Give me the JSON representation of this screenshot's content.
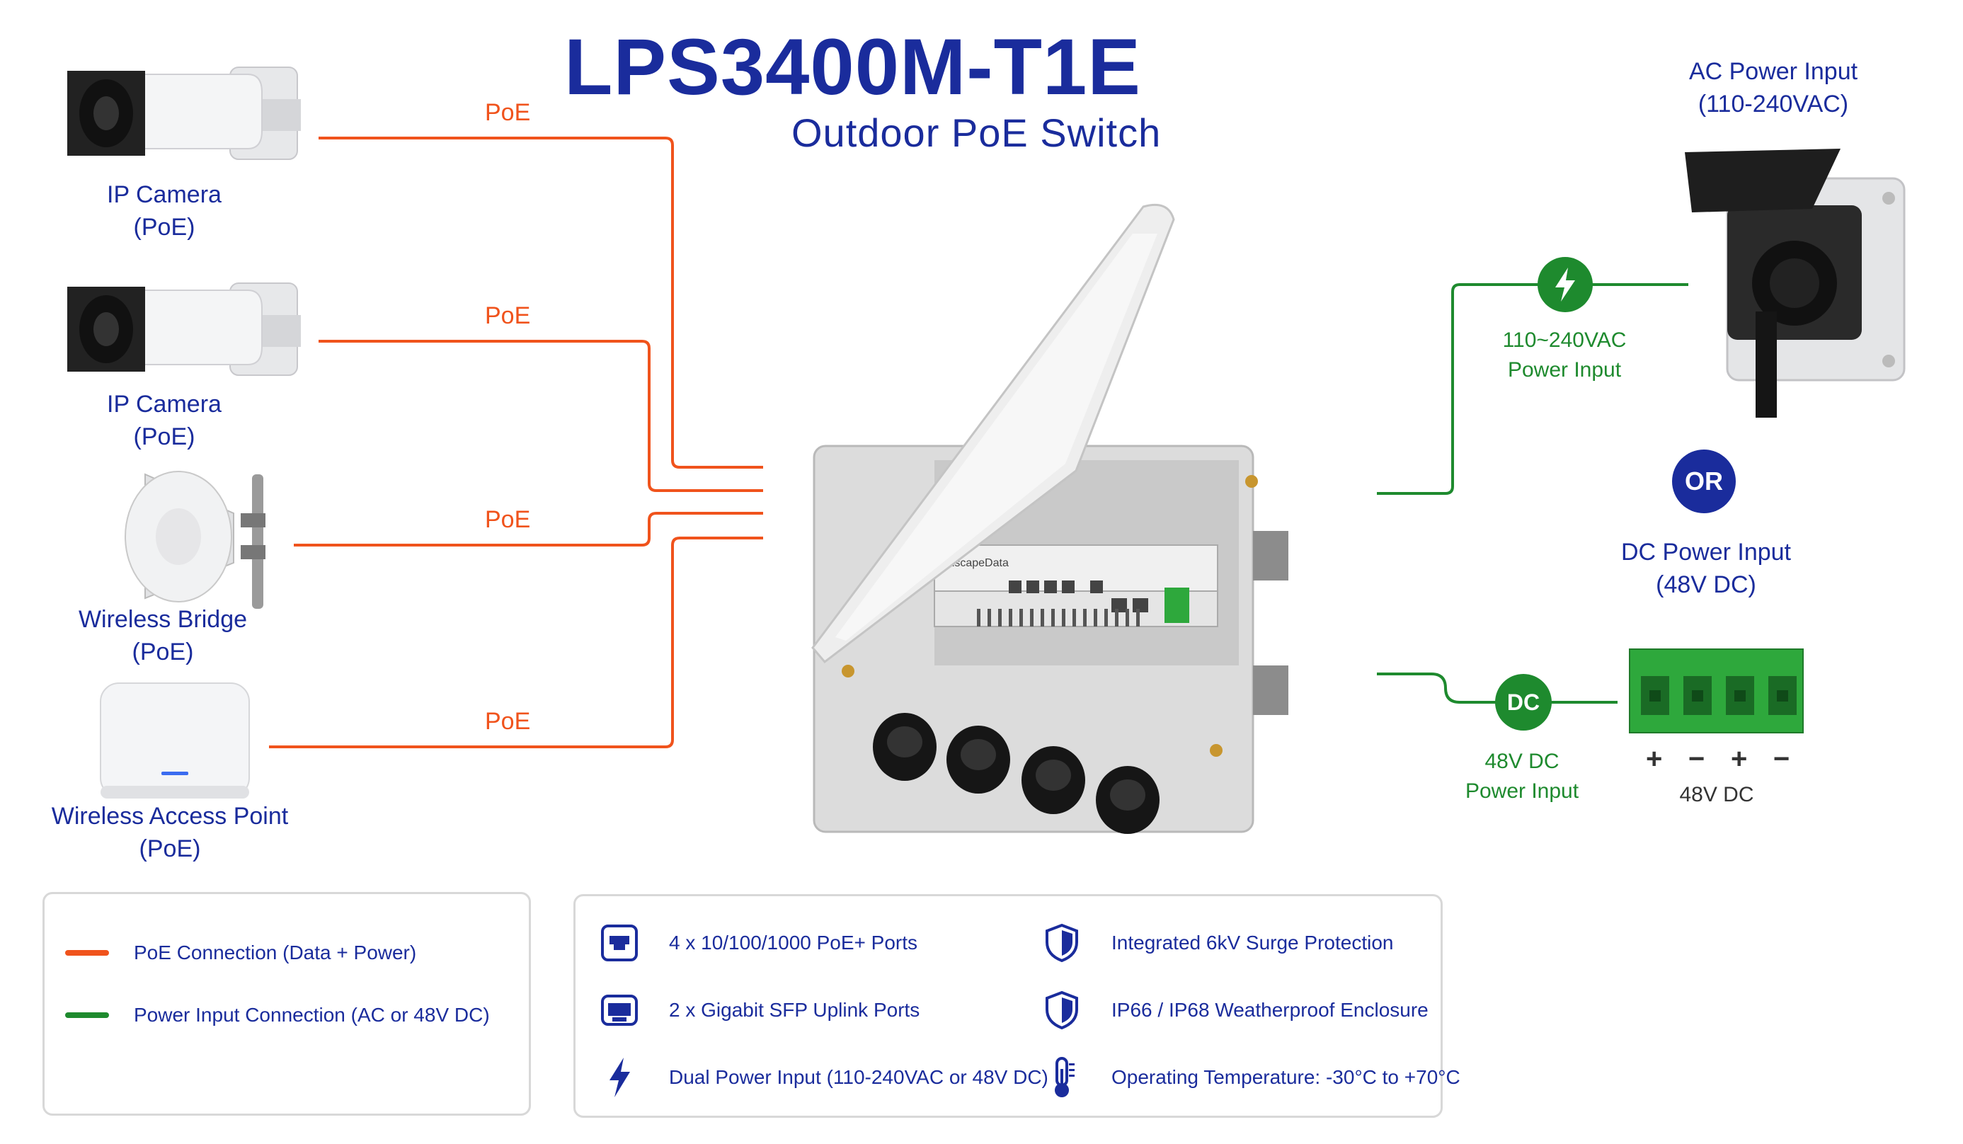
{
  "title": "LPS3400M-T1E",
  "subtitle": "Outdoor PoE Switch",
  "devices": [
    {
      "name": "IP Camera",
      "sub": "(PoE)"
    },
    {
      "name": "IP Camera",
      "sub": "(PoE)"
    },
    {
      "name": "Wireless Bridge",
      "sub": "(PoE)"
    },
    {
      "name": "Wireless Access Point",
      "sub": "(PoE)"
    }
  ],
  "poe_label": "PoE",
  "ac_input": {
    "title": "AC Power Input",
    "sub": "(110-240VAC)"
  },
  "ac_line": {
    "title": "110~240VAC",
    "sub": "Power Input"
  },
  "or_label": "OR",
  "dc_input": {
    "title": "DC Power Input",
    "sub": "(48V DC)"
  },
  "dc_badge": "DC",
  "dc_line": {
    "title": "48V DC",
    "sub": "Power Input"
  },
  "terminal": {
    "signs": [
      "+",
      "−",
      "+",
      "−"
    ],
    "label": "48V DC"
  },
  "switch_brand": "InscapeData",
  "legend": [
    {
      "label": "PoE Connection (Data + Power)",
      "color": "#f0531c"
    },
    {
      "label": "Power Input Connection (AC or 48V DC)",
      "color": "#1e8a2e"
    }
  ],
  "features": [
    {
      "icon": "ethernet-port-icon",
      "text": "4 x 10/100/1000 PoE+ Ports"
    },
    {
      "icon": "shield-icon",
      "text": "Integrated 6kV Surge Protection"
    },
    {
      "icon": "sfp-port-icon",
      "text": "2 x Gigabit SFP Uplink Ports"
    },
    {
      "icon": "shield-icon",
      "text": "IP66 / IP68 Weatherproof Enclosure"
    },
    {
      "icon": "lightning-icon",
      "text": "Dual Power Input (110-240VAC or 48V DC)"
    },
    {
      "icon": "thermometer-icon",
      "text": "Operating Temperature: -30°C to +70°C"
    }
  ],
  "colors": {
    "navy": "#1a2c9c",
    "poe_orange": "#f0531c",
    "power_green": "#1e8a2e",
    "terminal_green": "#2ea83c"
  }
}
